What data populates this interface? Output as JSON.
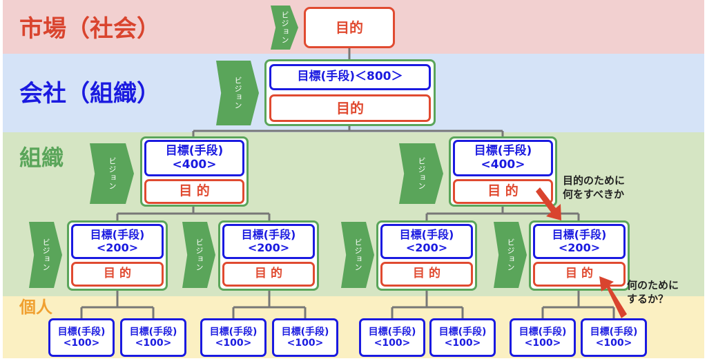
{
  "levels": {
    "market": "市場（社会）",
    "company": "会社（組織）",
    "organization": "組織",
    "individual": "個人"
  },
  "vision_label": "ビジョン",
  "purpose_label": "目的",
  "purpose_label_spaced": "目 的",
  "company_goal": "目標(手段)＜800＞",
  "goal_prefix": "目標(手段)",
  "org_goal_value": "<400>",
  "team_goal_value": "<200>",
  "individual_goal_value": "<100>",
  "annotations": {
    "what_to_do": "目的のために\n何をすべきか",
    "why_do": "何のために\nするか？"
  },
  "colors": {
    "market_band": "#f2d0d0",
    "company_band": "#d5e3f7",
    "org_band": "#d5e5c3",
    "individual_band": "#fbf0c2",
    "goal": "#1a1ae0",
    "purpose": "#e04a30",
    "vision": "#5aa55a"
  }
}
